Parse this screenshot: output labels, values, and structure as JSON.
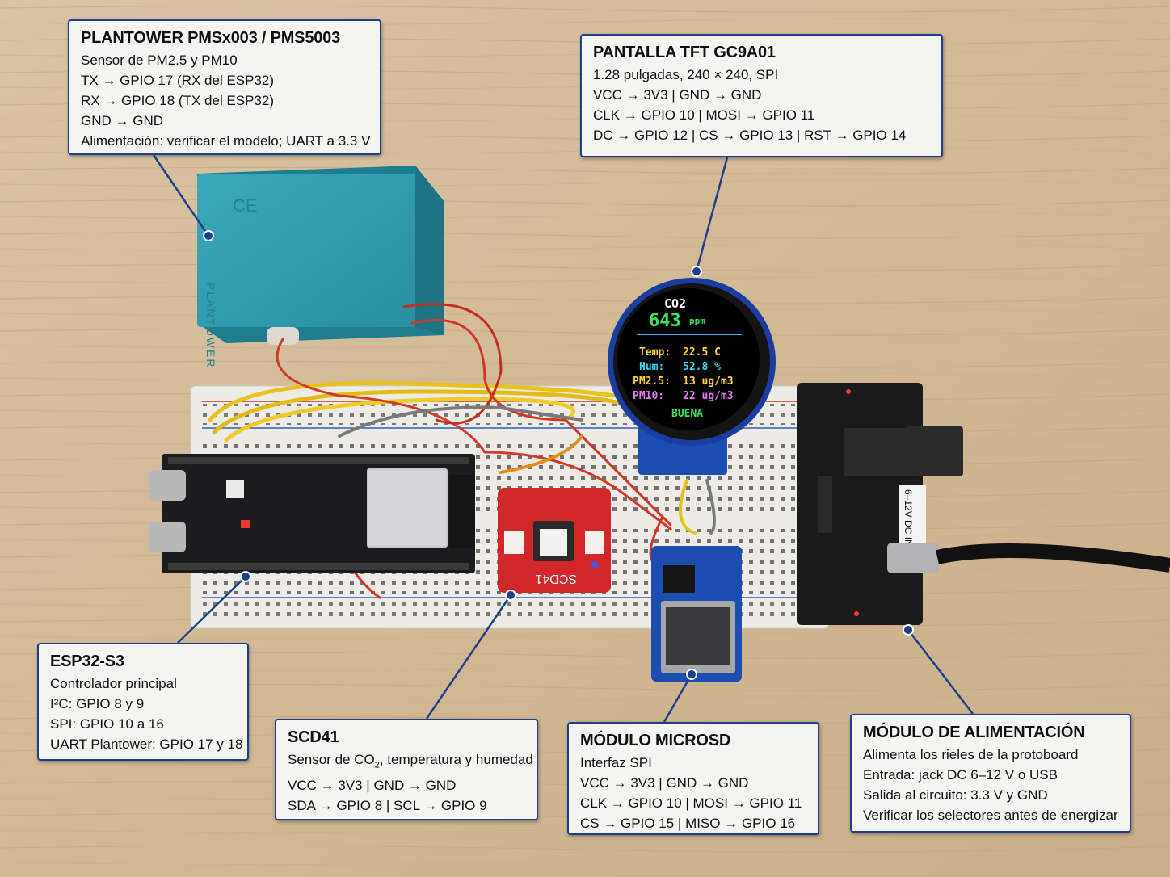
{
  "callouts": {
    "pms": {
      "title": "PLANTOWER PMSx003 / PMS5003",
      "lines": [
        "Sensor de PM2.5 y PM10",
        "TX → GPIO 17 (RX del ESP32)",
        "RX → GPIO 18 (TX del ESP32)",
        "GND → GND",
        "Alimentación: verificar el modelo; UART a 3.3 V"
      ]
    },
    "tft": {
      "title": "PANTALLA TFT GC9A01",
      "lines": [
        "1.28 pulgadas, 240 × 240, SPI",
        "VCC → 3V3   |   GND → GND",
        "CLK → GPIO 10   |   MOSI → GPIO 11",
        "DC → GPIO 12   |   CS → GPIO 13   |   RST → GPIO 14"
      ]
    },
    "esp": {
      "title": "ESP32-S3",
      "lines": [
        "Controlador principal",
        "I²C: GPIO 8 y 9",
        "SPI: GPIO 10 a 16",
        "UART Plantower: GPIO 17 y 18"
      ]
    },
    "scd": {
      "title": "SCD41",
      "line1_pre": "Sensor de CO",
      "line1_sub": "2",
      "line1_post": ", temperatura y humedad",
      "lines": [
        "VCC → 3V3   |   GND → GND",
        "SDA → GPIO 8   |   SCL → GPIO 9"
      ]
    },
    "sd": {
      "title": "MÓDULO MICROSD",
      "lines": [
        "Interfaz SPI",
        "VCC → 3V3   |   GND → GND",
        "CLK → GPIO 10   |   MOSI → GPIO 11",
        "CS → GPIO 15   |   MISO → GPIO 16"
      ]
    },
    "pwr": {
      "title": "MÓDULO DE ALIMENTACIÓN",
      "lines": [
        "Alimenta los rieles de la protoboard",
        "Entrada: jack DC 6–12 V o USB",
        "Salida al circuito: 3.3 V y GND",
        "Verificar los selectores antes de energizar"
      ]
    }
  },
  "display": {
    "co2_label": "CO2",
    "co2_value": "643",
    "co2_unit": "ppm",
    "rows": [
      {
        "label": "Temp:",
        "value": "22.5 C"
      },
      {
        "label": "Hum:",
        "value": "52.8 %"
      },
      {
        "label": "PM2.5:",
        "value": "13 ug/m3"
      },
      {
        "label": "PM10:",
        "value": "22 ug/m3"
      }
    ],
    "status": "BUENA"
  },
  "board_markings": {
    "pms_brand": "PLANTOWER",
    "ce_mark": "CE",
    "scd_label": "SCD41",
    "dc_in_label": "6–12V DC IN"
  },
  "colors": {
    "callout_border": "#1f3f8a",
    "co2_value": "#3ee05a",
    "temp_label": "#ffd23a",
    "hum_label": "#38d8f0",
    "pm25_label": "#ffd23a",
    "pm10_label": "#e77af0",
    "status": "#3ee05a"
  }
}
